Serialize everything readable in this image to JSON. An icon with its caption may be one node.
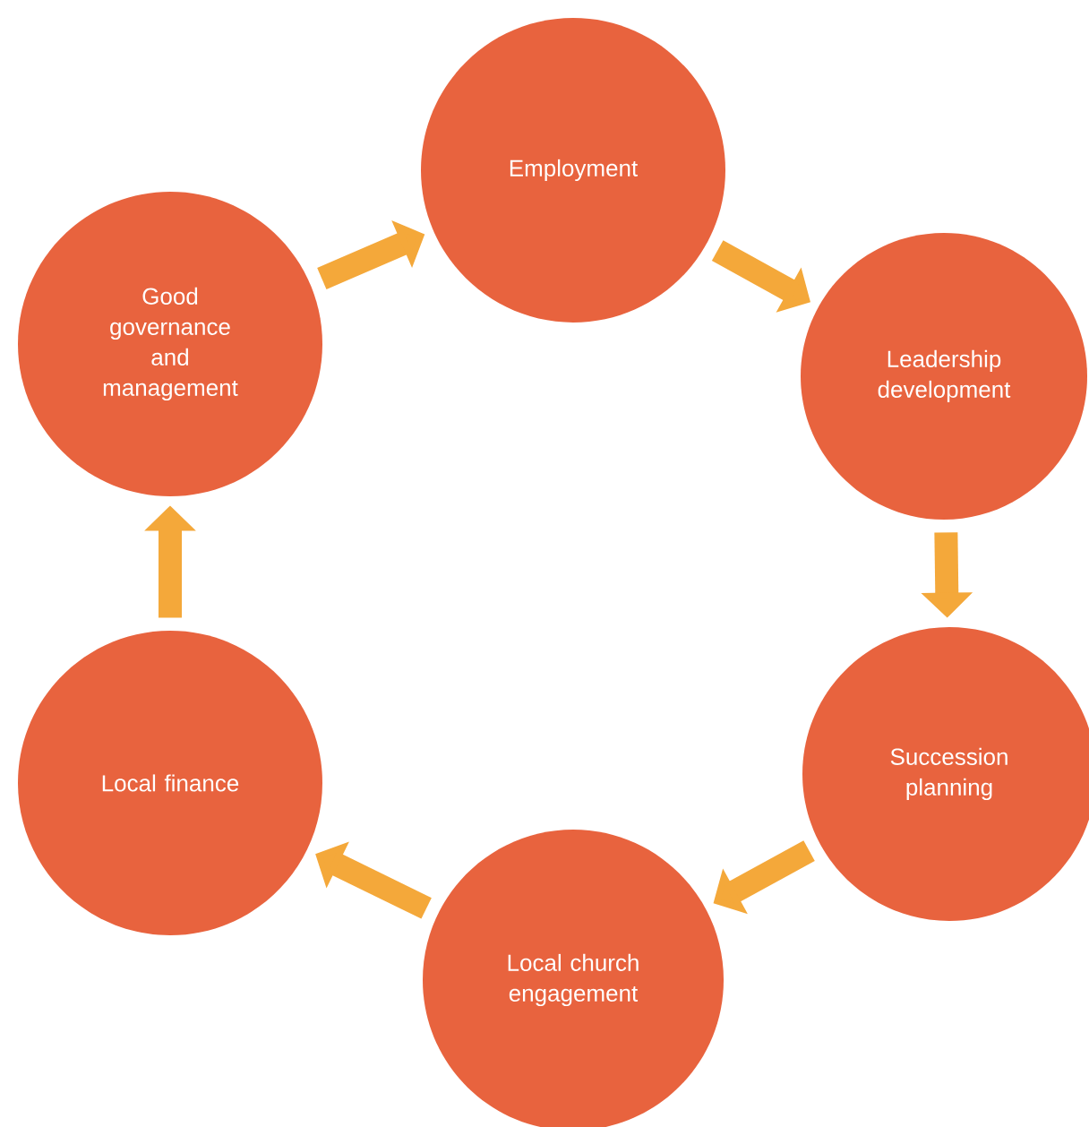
{
  "diagram": {
    "nodes": [
      {
        "text": [
          "Employment"
        ]
      },
      {
        "text": [
          "Leadership development"
        ]
      },
      {
        "text": [
          "Succession planning"
        ]
      },
      {
        "text": [
          "Local church engagement"
        ]
      },
      {
        "text": [
          "Local finance"
        ]
      },
      {
        "text": [
          "Good governance and management"
        ]
      }
    ],
    "edges": [
      {
        "from": 0,
        "to": 1,
        "arrow": "to"
      },
      {
        "from": 1,
        "to": 2,
        "arrow": "to"
      },
      {
        "from": 2,
        "to": 3,
        "arrow": "to"
      },
      {
        "from": 3,
        "to": 4,
        "arrow": "to"
      },
      {
        "from": 4,
        "to": 5,
        "arrow": "to"
      },
      {
        "from": 5,
        "to": 0,
        "arrow": "to"
      }
    ]
  }
}
